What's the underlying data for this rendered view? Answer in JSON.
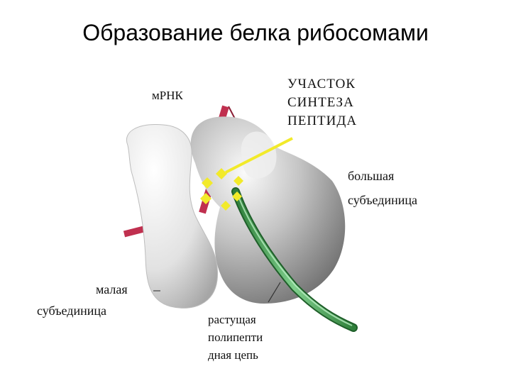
{
  "slide": {
    "title": "Образование белка рибосомами"
  },
  "labels": {
    "mrna": "мРНК",
    "synthesis_site": [
      "УЧАСТОК",
      "СИНТЕЗА",
      "ПЕПТИДА"
    ],
    "large_subunit": [
      "большая",
      "субъединица"
    ],
    "small_subunit": [
      "малая",
      "субъединица"
    ],
    "polypeptide_chain": [
      "растущая",
      "полипепти",
      "дная цепь"
    ]
  },
  "colors": {
    "mrna": "#c0304f",
    "synthesis_marker": "#f2ea2a",
    "polypeptide": "#3e9a4a",
    "large_subunit": "#a9a9a9",
    "small_subunit": "#e3e3e3"
  }
}
